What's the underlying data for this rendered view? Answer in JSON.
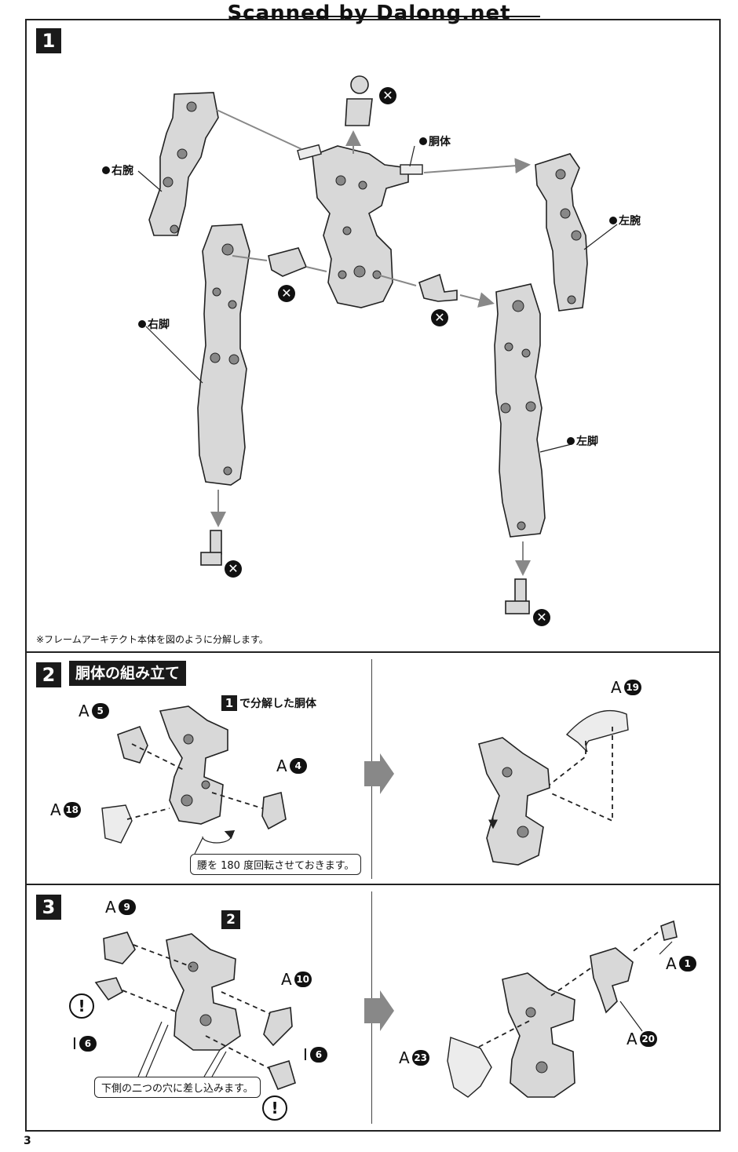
{
  "banner": "Scanned by Dalong.net",
  "page_number": "3",
  "step1": {
    "badge": "1",
    "labels": {
      "torso": "胴体",
      "right_arm": "右腕",
      "left_arm": "左腕",
      "right_leg": "右脚",
      "left_leg": "左脚"
    },
    "remove_mark": "✕",
    "note": "※フレームアーキテクト本体を図のように分解します。"
  },
  "step2": {
    "badge": "2",
    "title": "胴体の組み立て",
    "ref_step_num": "1",
    "ref_step_text": "で分解した胴体",
    "parts": [
      {
        "letter": "A",
        "num": "5"
      },
      {
        "letter": "A",
        "num": "4"
      },
      {
        "letter": "A",
        "num": "18"
      },
      {
        "letter": "A",
        "num": "19"
      }
    ],
    "callout": "腰を 180 度回転させておきます。"
  },
  "step3": {
    "badge": "3",
    "ref_step_num": "2",
    "parts": [
      {
        "letter": "A",
        "num": "9"
      },
      {
        "letter": "A",
        "num": "10"
      },
      {
        "letter": "I",
        "num": "6"
      },
      {
        "letter": "I",
        "num": "6"
      },
      {
        "letter": "A",
        "num": "1"
      },
      {
        "letter": "A",
        "num": "20"
      },
      {
        "letter": "A",
        "num": "23"
      }
    ],
    "warning_mark": "!",
    "callout": "下側の二つの穴に差し込みます。"
  }
}
